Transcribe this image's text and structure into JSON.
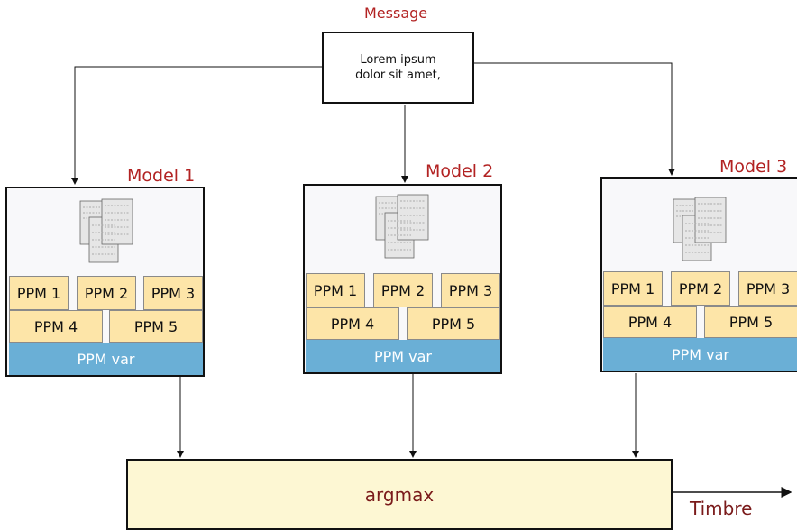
{
  "message": {
    "title": "Message",
    "text_line1": "Lorem ipsum",
    "text_line2": "dolor sit amet,"
  },
  "models": [
    {
      "title": "Model 1",
      "ppm": [
        "PPM 1",
        "PPM 2",
        "PPM 3",
        "PPM 4",
        "PPM 5"
      ],
      "ppm_var": "PPM var"
    },
    {
      "title": "Model 2",
      "ppm": [
        "PPM 1",
        "PPM 2",
        "PPM 3",
        "PPM 4",
        "PPM 5"
      ],
      "ppm_var": "PPM var"
    },
    {
      "title": "Model 3",
      "ppm": [
        "PPM 1",
        "PPM 2",
        "PPM 3",
        "PPM 4",
        "PPM 5"
      ],
      "ppm_var": "PPM var"
    }
  ],
  "argmax": {
    "label": "argmax"
  },
  "output": {
    "label": "Timbre"
  },
  "icons": {
    "document": "document-stack-icon"
  },
  "colors": {
    "label_red": "#b22222",
    "ppm_fill": "#fde5a8",
    "ppm_var_fill": "#6aafd6",
    "argmax_fill": "#fdf7d3",
    "dark_red": "#7a1a1a"
  }
}
